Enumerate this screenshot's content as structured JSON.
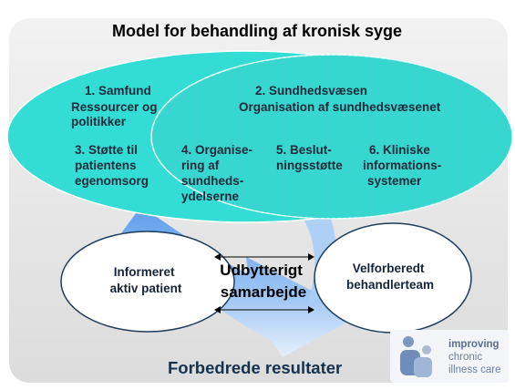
{
  "title": "Model for behandling af kronisk syge",
  "community": {
    "heading": "1. Samfund",
    "subtitle_lines": [
      "Ressourcer og",
      "politikker"
    ]
  },
  "health_system": {
    "heading": "2. Sundhedsvæsen",
    "subtitle": "Organisation af sundhedsvæsenet"
  },
  "elements": [
    {
      "lines": [
        "3. Støtte til",
        "patientens",
        "egenomsorg"
      ]
    },
    {
      "lines": [
        "4. Organise-",
        "ring af",
        "sundheds-",
        "ydelserne"
      ]
    },
    {
      "lines": [
        "5. Beslut-",
        "ningsstøtte"
      ]
    },
    {
      "lines": [
        "6. Kliniske",
        "informations-",
        "systemer"
      ]
    }
  ],
  "patient": {
    "lines": [
      "Informeret",
      "aktiv patient"
    ]
  },
  "interaction": {
    "lines": [
      "Udbytterigt",
      "samarbejde"
    ]
  },
  "team": {
    "lines": [
      "Velforberedt",
      "behandlerteam"
    ]
  },
  "outcome": "Forbedrede resultater",
  "logo": {
    "lines": [
      "improving",
      "chronic",
      "illness care"
    ]
  },
  "colors": {
    "ellipse": "#33dcd4",
    "arrow": "#7fb6f0",
    "frame": "#e6e6e6",
    "logo_text": "#6b7fa0",
    "logo_mark": "#6f8db8"
  }
}
